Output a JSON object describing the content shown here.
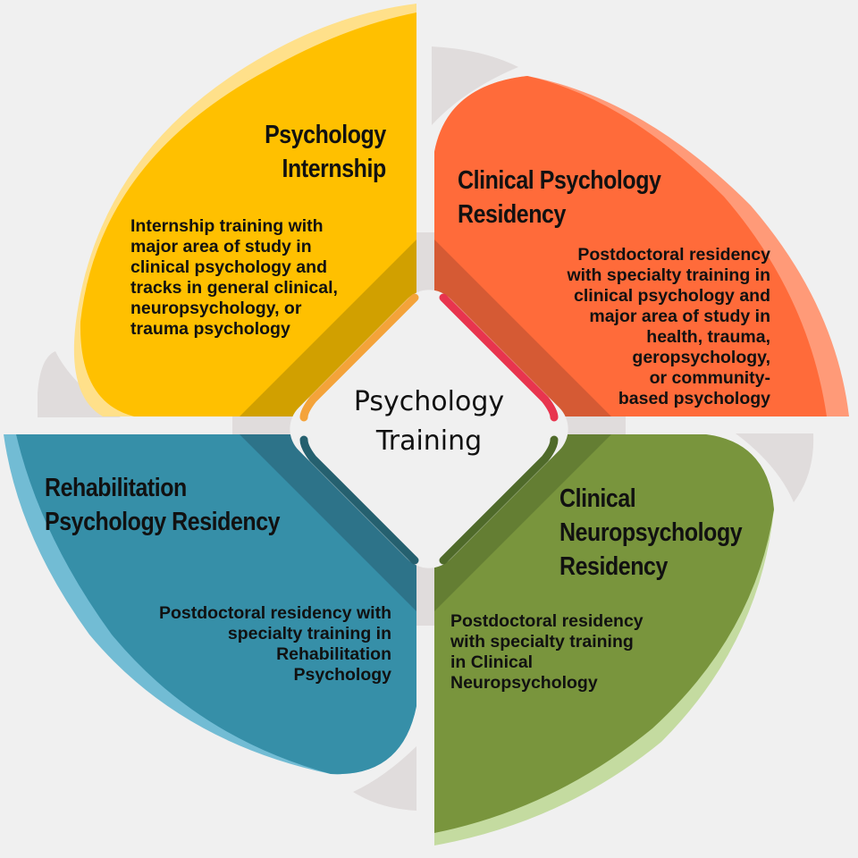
{
  "center": {
    "label": "Psychology\nTraining"
  },
  "quadrants": [
    {
      "position": "top-left",
      "title": "Psychology\nInternship",
      "description": "Internship training with\nmajor area of study in\nclinical psychology and\ntracks in general clinical,\nneuropsychology, or\ntrauma psychology",
      "color": "#FFC000",
      "rim_color": "#FFE08A",
      "accent_color": "#F4A33A"
    },
    {
      "position": "top-right",
      "title": "Clinical Psychology\nResidency",
      "description": "Postdoctoral residency\nwith specialty training in\nclinical psychology and\nmajor area of study in\nhealth, trauma,\ngeropsychology,\nor community-\nbased psychology",
      "color": "#FF6B3A",
      "rim_color": "#FF9A78",
      "accent_color": "#E8344E"
    },
    {
      "position": "bottom-left",
      "title": "Rehabilitation\nPsychology Residency",
      "description": "Postdoctoral residency with\nspecialty training in\nRehabilitation\nPsychology",
      "color": "#368FA8",
      "rim_color": "#72BCD4",
      "accent_color": "#25606F"
    },
    {
      "position": "bottom-right",
      "title": "Clinical\nNeuropsychology\nResidency",
      "description": "Postdoctoral residency\nwith specialty training\nin Clinical\nNeuropsychology",
      "color": "#79953D",
      "rim_color": "#C4DBA0",
      "accent_color": "#4F6A2A"
    }
  ]
}
